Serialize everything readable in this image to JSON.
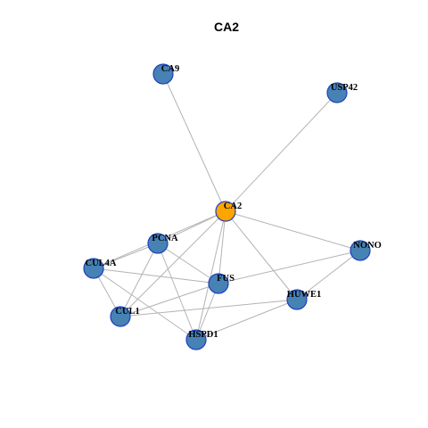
{
  "title": "CA2",
  "colors": {
    "hub_node": "#FFA500",
    "node": "#4682B4",
    "node_border": "#1F3FBF",
    "edge": "#B3B3B3"
  },
  "nodes": [
    {
      "id": "CA2",
      "label": "CA2",
      "role": "hub"
    },
    {
      "id": "CA9",
      "label": "CA9",
      "role": "partner"
    },
    {
      "id": "USP42",
      "label": "USP42",
      "role": "partner"
    },
    {
      "id": "PCNA",
      "label": "PCNA",
      "role": "partner"
    },
    {
      "id": "NONO",
      "label": "NONO",
      "role": "partner"
    },
    {
      "id": "CUL4A",
      "label": "CUL4A",
      "role": "partner"
    },
    {
      "id": "FUS",
      "label": "FUS",
      "role": "partner"
    },
    {
      "id": "HUWE1",
      "label": "HUWE1",
      "role": "partner"
    },
    {
      "id": "CUL1",
      "label": "CUL1",
      "role": "partner"
    },
    {
      "id": "HSPD1",
      "label": "HSPD1",
      "role": "partner"
    }
  ],
  "edges": [
    [
      "CA2",
      "CA9"
    ],
    [
      "CA2",
      "USP42"
    ],
    [
      "CA2",
      "PCNA"
    ],
    [
      "CA2",
      "CUL4A"
    ],
    [
      "CA2",
      "FUS"
    ],
    [
      "CA2",
      "CUL1"
    ],
    [
      "CA2",
      "HSPD1"
    ],
    [
      "CA2",
      "HUWE1"
    ],
    [
      "CA2",
      "NONO"
    ],
    [
      "PCNA",
      "CUL4A"
    ],
    [
      "PCNA",
      "FUS"
    ],
    [
      "PCNA",
      "CUL1"
    ],
    [
      "PCNA",
      "HSPD1"
    ],
    [
      "CUL4A",
      "FUS"
    ],
    [
      "CUL4A",
      "CUL1"
    ],
    [
      "CUL4A",
      "HSPD1"
    ],
    [
      "FUS",
      "CUL1"
    ],
    [
      "FUS",
      "HSPD1"
    ],
    [
      "FUS",
      "NONO"
    ],
    [
      "CUL1",
      "HUWE1"
    ],
    [
      "HSPD1",
      "HUWE1"
    ],
    [
      "HUWE1",
      "NONO"
    ]
  ]
}
